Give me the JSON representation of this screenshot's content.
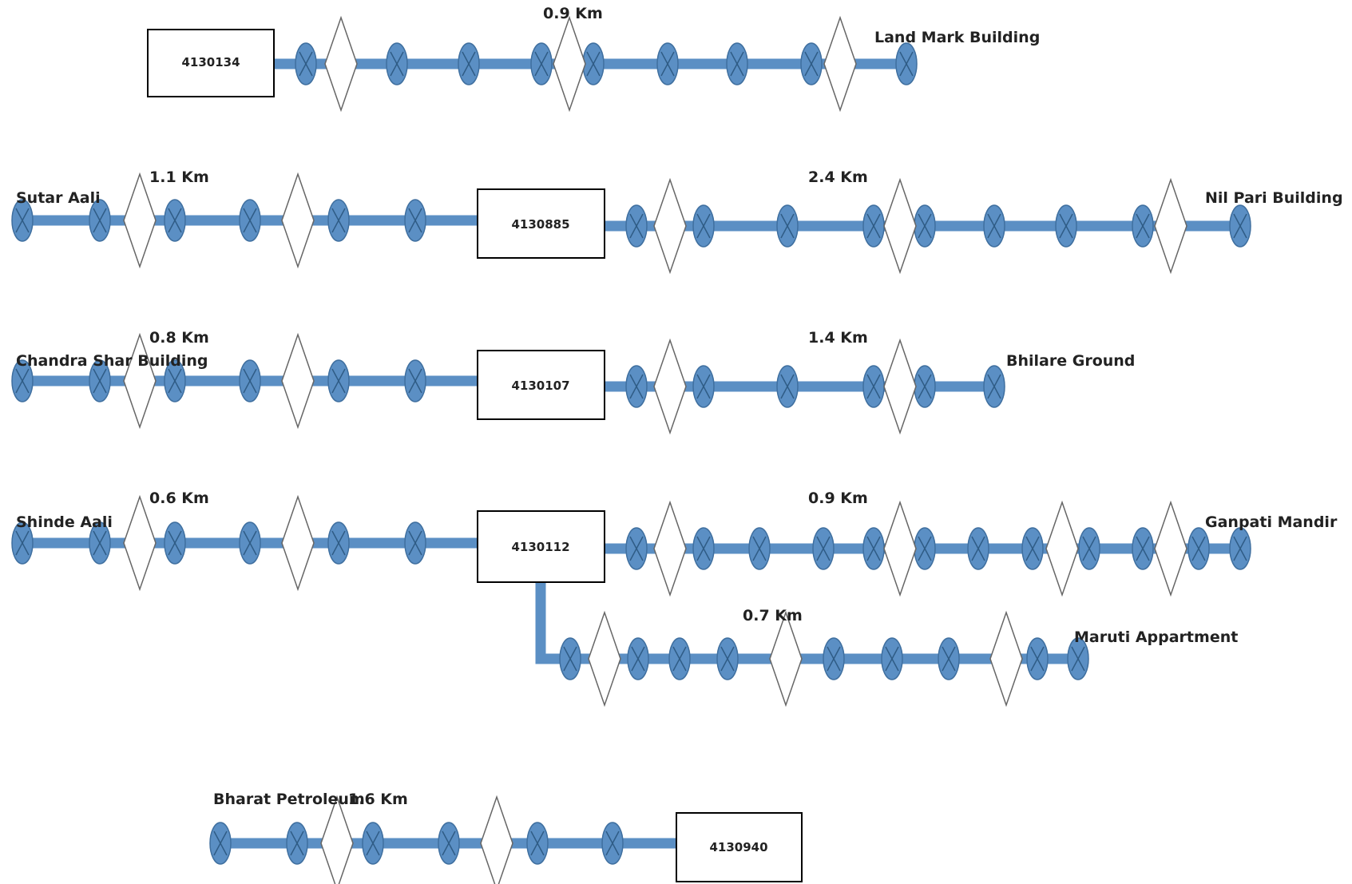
{
  "diagram": {
    "lines": [
      {
        "station_id": "4130134",
        "distance_labels": [
          "0.9 Km"
        ],
        "place_labels": [
          "Land Mark Building"
        ]
      },
      {
        "station_id": "4130885",
        "distance_labels": [
          "1.1 Km",
          "2.4 Km"
        ],
        "place_labels": [
          "Sutar Aali",
          "Nil Pari Building"
        ]
      },
      {
        "station_id": "4130107",
        "distance_labels": [
          "0.8 Km",
          "1.4 Km"
        ],
        "place_labels": [
          "Chandra Shar Building",
          "Bhilare Ground"
        ]
      },
      {
        "station_id": "4130112",
        "distance_labels": [
          "0.6 Km",
          "0.9 Km",
          "0.7 Km"
        ],
        "place_labels": [
          "Shinde Aali",
          "Ganpati Mandir",
          "Maruti Appartment"
        ]
      },
      {
        "station_id": "4130940",
        "distance_labels": [
          "1.6 Km"
        ],
        "place_labels": [
          "Bharat Petroleum"
        ]
      }
    ]
  }
}
